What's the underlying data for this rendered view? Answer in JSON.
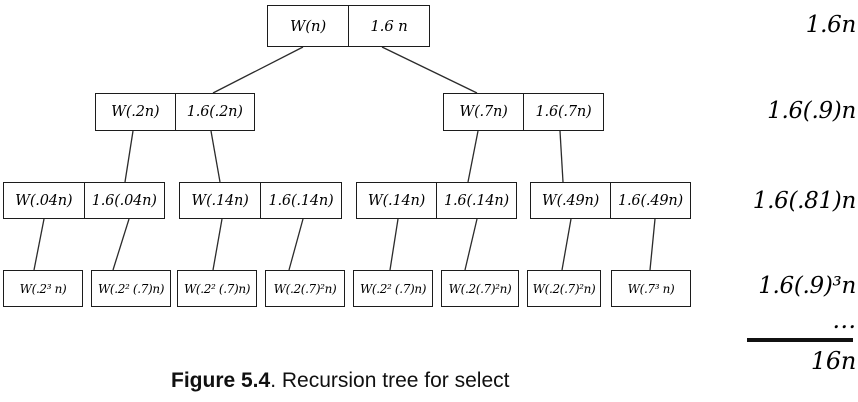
{
  "figure": {
    "caption_bold": "Figure 5.4",
    "caption_rest": ". Recursion tree for select"
  },
  "tree": {
    "root": {
      "work": "W(n)",
      "cost": "1.6 n"
    },
    "level1": [
      {
        "work": "W(.2n)",
        "cost": "1.6(.2n)"
      },
      {
        "work": "W(.7n)",
        "cost": "1.6(.7n)"
      }
    ],
    "level2": [
      {
        "work": "W(.04n)",
        "cost": "1.6(.04n)"
      },
      {
        "work": "W(.14n)",
        "cost": "1.6(.14n)"
      },
      {
        "work": "W(.14n)",
        "cost": "1.6(.14n)"
      },
      {
        "work": "W(.49n)",
        "cost": "1.6(.49n)"
      }
    ],
    "leaves": [
      "W(.2³ n)",
      "W(.2² (.7)n)",
      "W(.2² (.7)n)",
      "W(.2(.7)²n)",
      "W(.2² (.7)n)",
      "W(.2(.7)²n)",
      "W(.2(.7)²n)",
      "W(.7³ n)"
    ]
  },
  "annotations": {
    "row_costs": [
      "1.6n",
      "1.6(.9)n",
      "1.6(.81)n",
      "1.6(.9)³n"
    ],
    "ellipsis": "…",
    "total": "16n"
  },
  "colors": {
    "border": "#1c1c1c",
    "text": "#000000",
    "background": "#ffffff"
  }
}
